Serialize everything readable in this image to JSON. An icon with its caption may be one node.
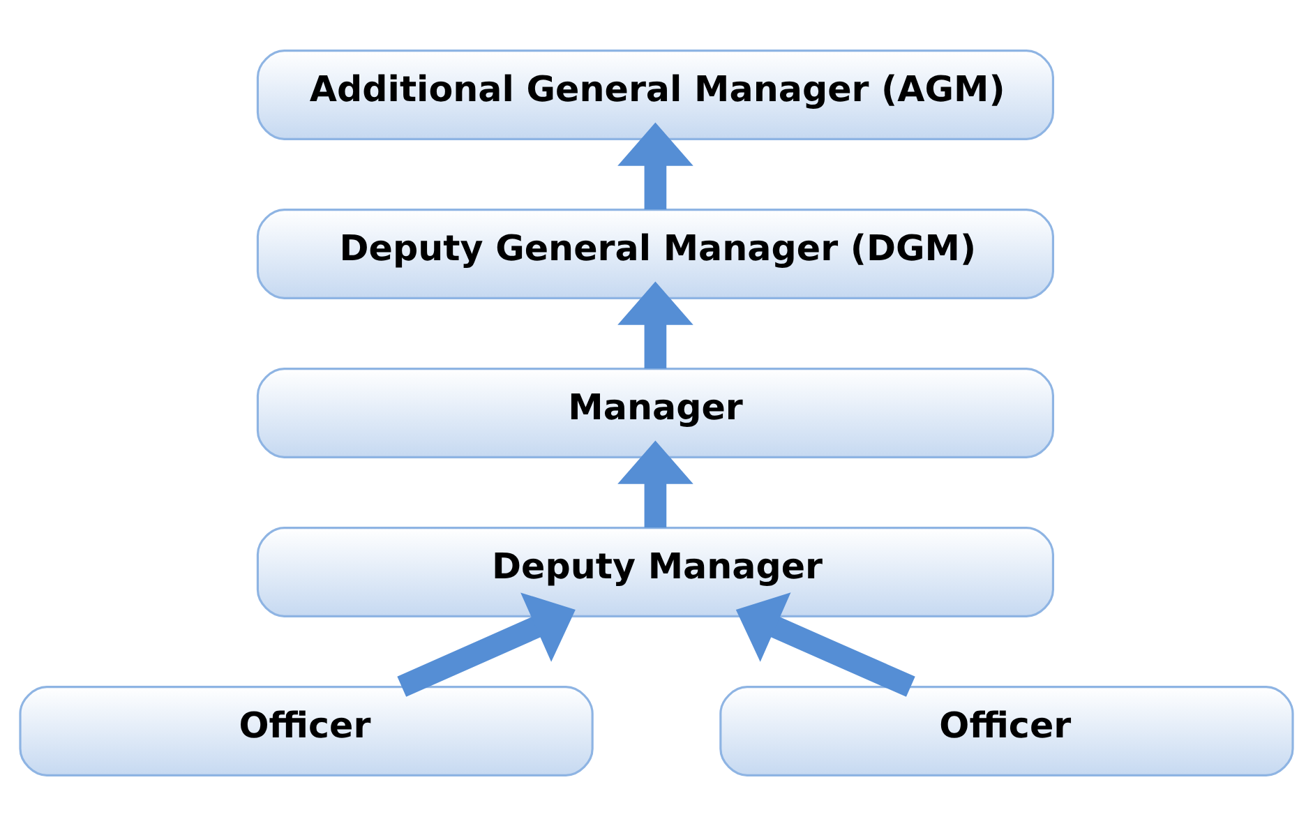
{
  "diagram": {
    "nodes": [
      {
        "text": [
          "Additional General Manager (AGM)"
        ]
      },
      {
        "text": [
          "Deputy General Manager (DGM)"
        ]
      },
      {
        "text": [
          "Manager"
        ]
      },
      {
        "text": [
          "Deputy Manager"
        ]
      },
      {
        "text": [
          "Officer"
        ]
      },
      {
        "text": [
          "Officer"
        ]
      }
    ],
    "edges": [
      {
        "from": 1,
        "to": 0,
        "arrow": "to"
      },
      {
        "from": 2,
        "to": 1,
        "arrow": "to"
      },
      {
        "from": 3,
        "to": 2,
        "arrow": "to"
      },
      {
        "from": 4,
        "to": 3,
        "arrow": "to"
      },
      {
        "from": 5,
        "to": 3,
        "arrow": "to"
      }
    ]
  }
}
